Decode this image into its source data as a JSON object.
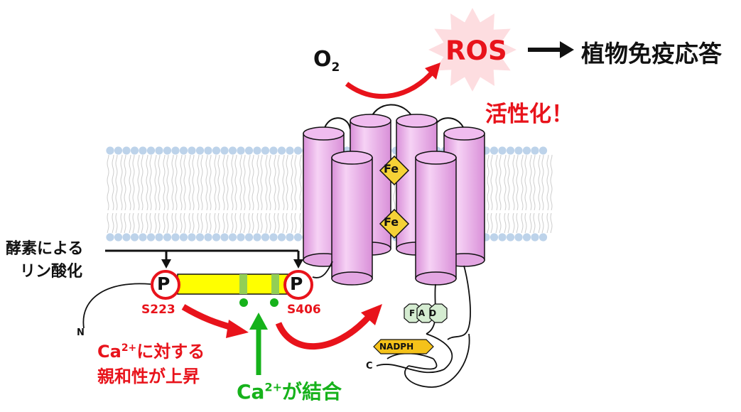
{
  "o2": {
    "main": "O",
    "sub": "2"
  },
  "ros": "ROS",
  "arrow_right": "→",
  "immunity": "植物免疫応答",
  "activation": "活性化！",
  "fe": "Fe",
  "kinase": {
    "line1": "酵素による",
    "line2": "リン酸化"
  },
  "phospho": "P",
  "site_left": "S223",
  "site_right": "S406",
  "n_term": "N",
  "c_term": "C",
  "fad": "FAD",
  "nadph": "NADPH",
  "affinity": {
    "pre": "Ca",
    "sup": "2+",
    "rest": "に対する",
    "line2": "親和性が上昇"
  },
  "binding": {
    "pre": "Ca",
    "sup": "2+",
    "rest": "が結合"
  },
  "colors": {
    "red": "#e8131b",
    "green": "#16b21b",
    "pink": "#f0bcef",
    "yellow": "#ffff00",
    "lipid": "#bdd3ea"
  }
}
